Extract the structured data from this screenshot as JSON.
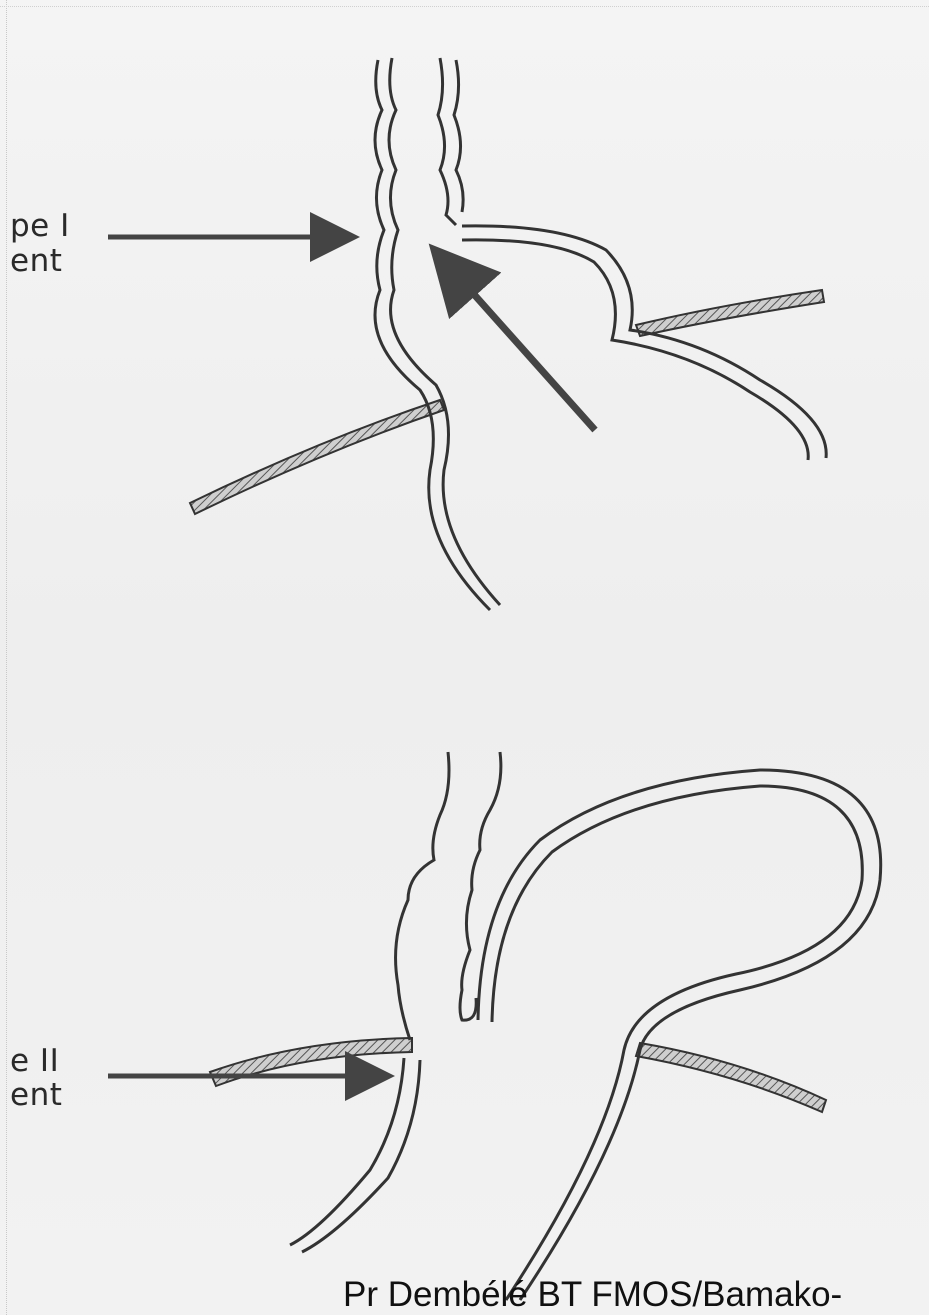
{
  "figure": {
    "top_labels": [
      "pe I",
      "ent"
    ],
    "bottom_labels": [
      "e II",
      "ent"
    ]
  },
  "footer": {
    "credit": "Pr Dembélé BT FMOS/Bamako-"
  }
}
